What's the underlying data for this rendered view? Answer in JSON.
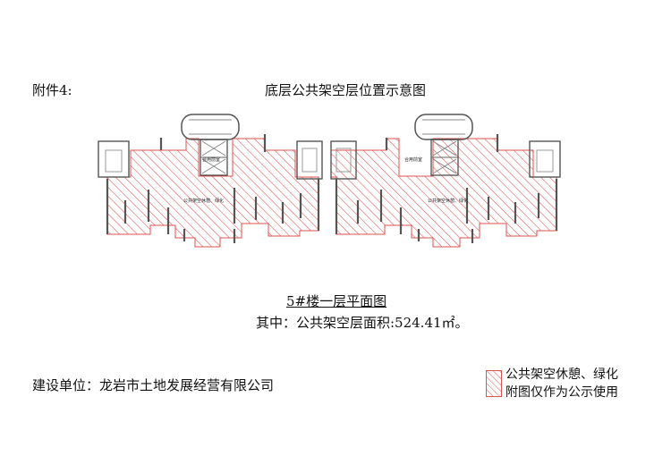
{
  "header": {
    "attachment_label": "附件4:",
    "title": "底层公共架空层位置示意图"
  },
  "plan": {
    "room_label_left_office": "合用前室",
    "room_label_left_open": "公共架空休憩、绿化",
    "room_label_right_office": "合用前室",
    "room_label_right_open": "公共架空休憩、绿化",
    "hatch_color": "#d9534f"
  },
  "caption": "5#楼一层平面图",
  "area_note": "其中：公共架空层面积:524.41㎡。",
  "footer": {
    "builder": "建设单位：龙岩市土地发展经营有限公司"
  },
  "legend": {
    "line1": "公共架空休憩、绿化",
    "line2": "附图仅作为公示使用"
  }
}
